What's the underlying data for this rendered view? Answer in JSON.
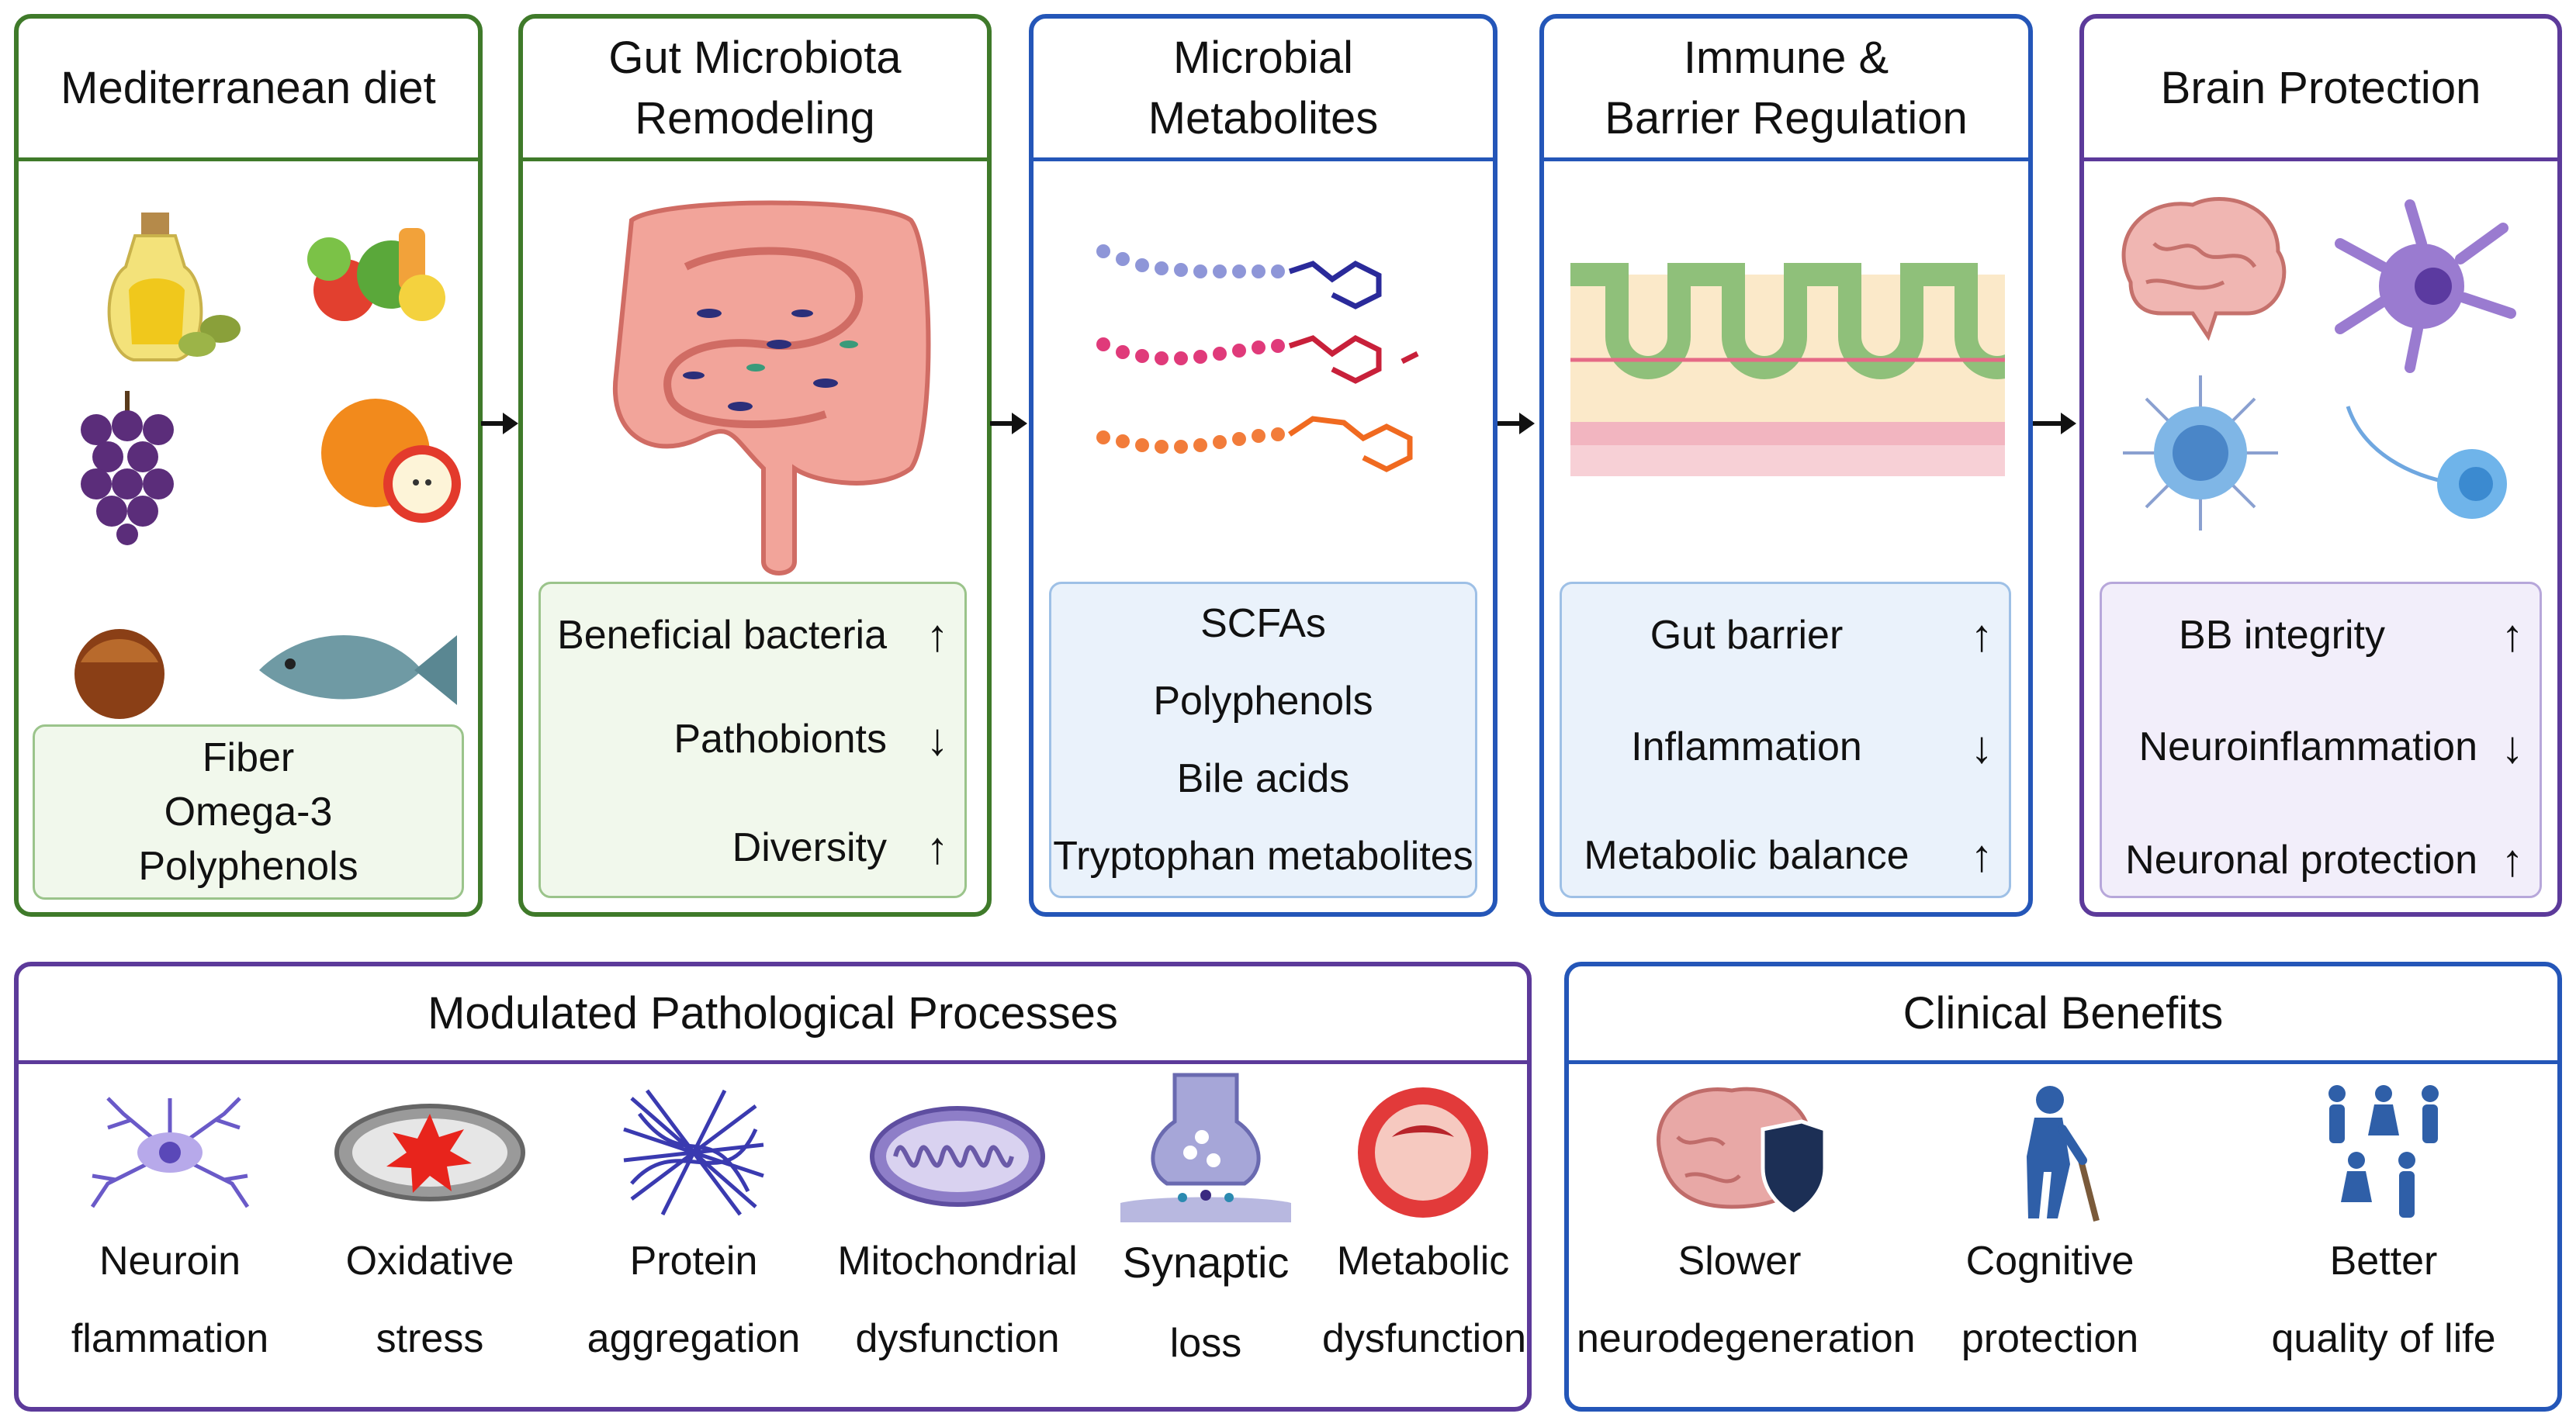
{
  "panels": {
    "diet": {
      "title": "Mediterranean diet",
      "items": [
        "Fiber",
        "Omega-3",
        "Polyphenols"
      ]
    },
    "microbiota": {
      "title_line1": "Gut Microbiota",
      "title_line2": "Remodeling",
      "rows": [
        {
          "label": "Beneficial bacteria",
          "arrow": "↑"
        },
        {
          "label": "Pathobionts",
          "arrow": "↓"
        },
        {
          "label": "Diversity",
          "arrow": "↑"
        }
      ]
    },
    "metabolites": {
      "title_line1": "Microbial",
      "title_line2": "Metabolites",
      "items": [
        "SCFAs",
        "Polyphenols",
        "Bile acids",
        "Tryptophan metabolites"
      ]
    },
    "immune": {
      "title_line1": "Immune &",
      "title_line2": "Barrier Regulation",
      "rows": [
        {
          "label": "Gut barrier",
          "arrow": "↑"
        },
        {
          "label": "Inflammation",
          "arrow": "↓"
        },
        {
          "label": "Metabolic balance",
          "arrow": "↑"
        }
      ]
    },
    "brain": {
      "title": "Brain Protection",
      "rows": [
        {
          "label": "BB integrity",
          "arrow": "↑"
        },
        {
          "label": "Neuroinflammation",
          "arrow": "↓"
        },
        {
          "label": "Neuronal protection",
          "arrow": "↑"
        }
      ]
    }
  },
  "processes": {
    "title": "Modulated Pathological Processes",
    "items": [
      {
        "line1": "Neuroin",
        "line2": "flammation"
      },
      {
        "line1": "Oxidative",
        "line2": "stress"
      },
      {
        "line1": "Protein",
        "line2": "aggregation"
      },
      {
        "line1": "Mitochondrial",
        "line2": "dysfunction"
      },
      {
        "line1": "Synaptic",
        "line2": "loss"
      },
      {
        "line1": "Metabolic",
        "line2": "dysfunction"
      }
    ]
  },
  "benefits": {
    "title": "Clinical Benefits",
    "items": [
      {
        "line1": "Slower",
        "line2": "neurodegeneration"
      },
      {
        "line1": "Cognitive",
        "line2": "protection"
      },
      {
        "line1": "Better",
        "line2": "quality of life"
      }
    ]
  },
  "colors": {
    "green": "#3f7a2a",
    "blue": "#2456b8",
    "purple": "#5c3a9a"
  }
}
